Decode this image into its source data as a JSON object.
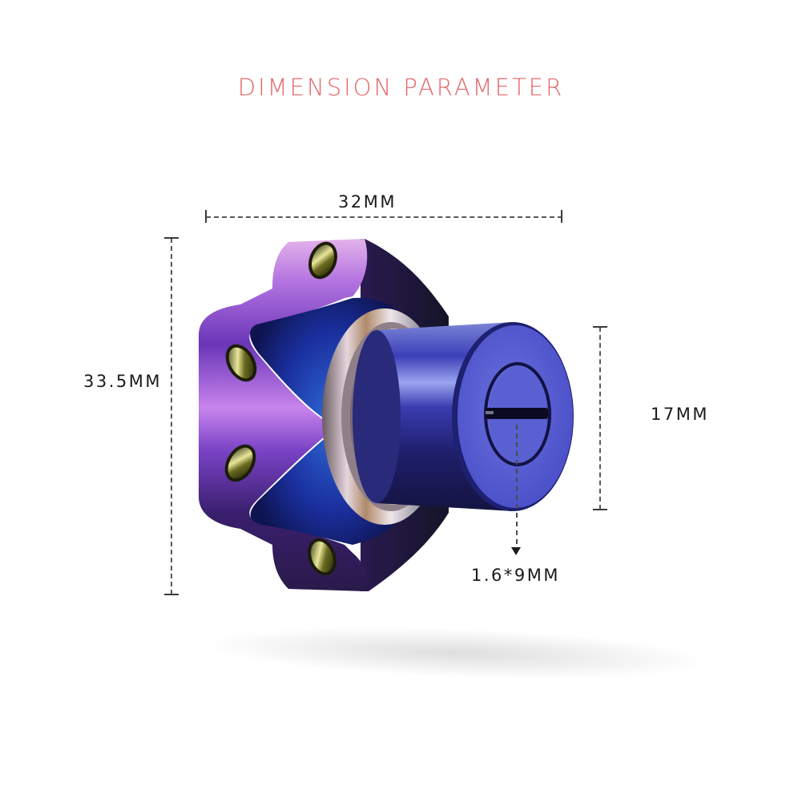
{
  "diagram": {
    "title": "DIMENSION PARAMETER",
    "subject": "cam-lock",
    "dimensions": {
      "width": {
        "label": "32MM",
        "value": 32,
        "unit": "MM"
      },
      "height": {
        "label": "33.5MM",
        "value": 33.5,
        "unit": "MM"
      },
      "cylinder_diameter": {
        "label": "17MM",
        "value": 17,
        "unit": "MM"
      },
      "key_slot": {
        "label": "1.6*9MM",
        "value": "1.6*9",
        "unit": "MM"
      }
    },
    "colors": {
      "title": "#e2686a",
      "label_text": "#1b1b1b",
      "dimension_line": "#5a5a5a",
      "flange_purple": "#8a4fd6",
      "flange_pink": "#d9a3e6",
      "flange_blue": "#1a2f9e",
      "cylinder_blue": "#4a4fd0",
      "cylinder_face": "#5c62d6",
      "chrome_ring": "#c9bfc6",
      "hole_gold": "#9ea140",
      "background": "#ffffff"
    }
  }
}
